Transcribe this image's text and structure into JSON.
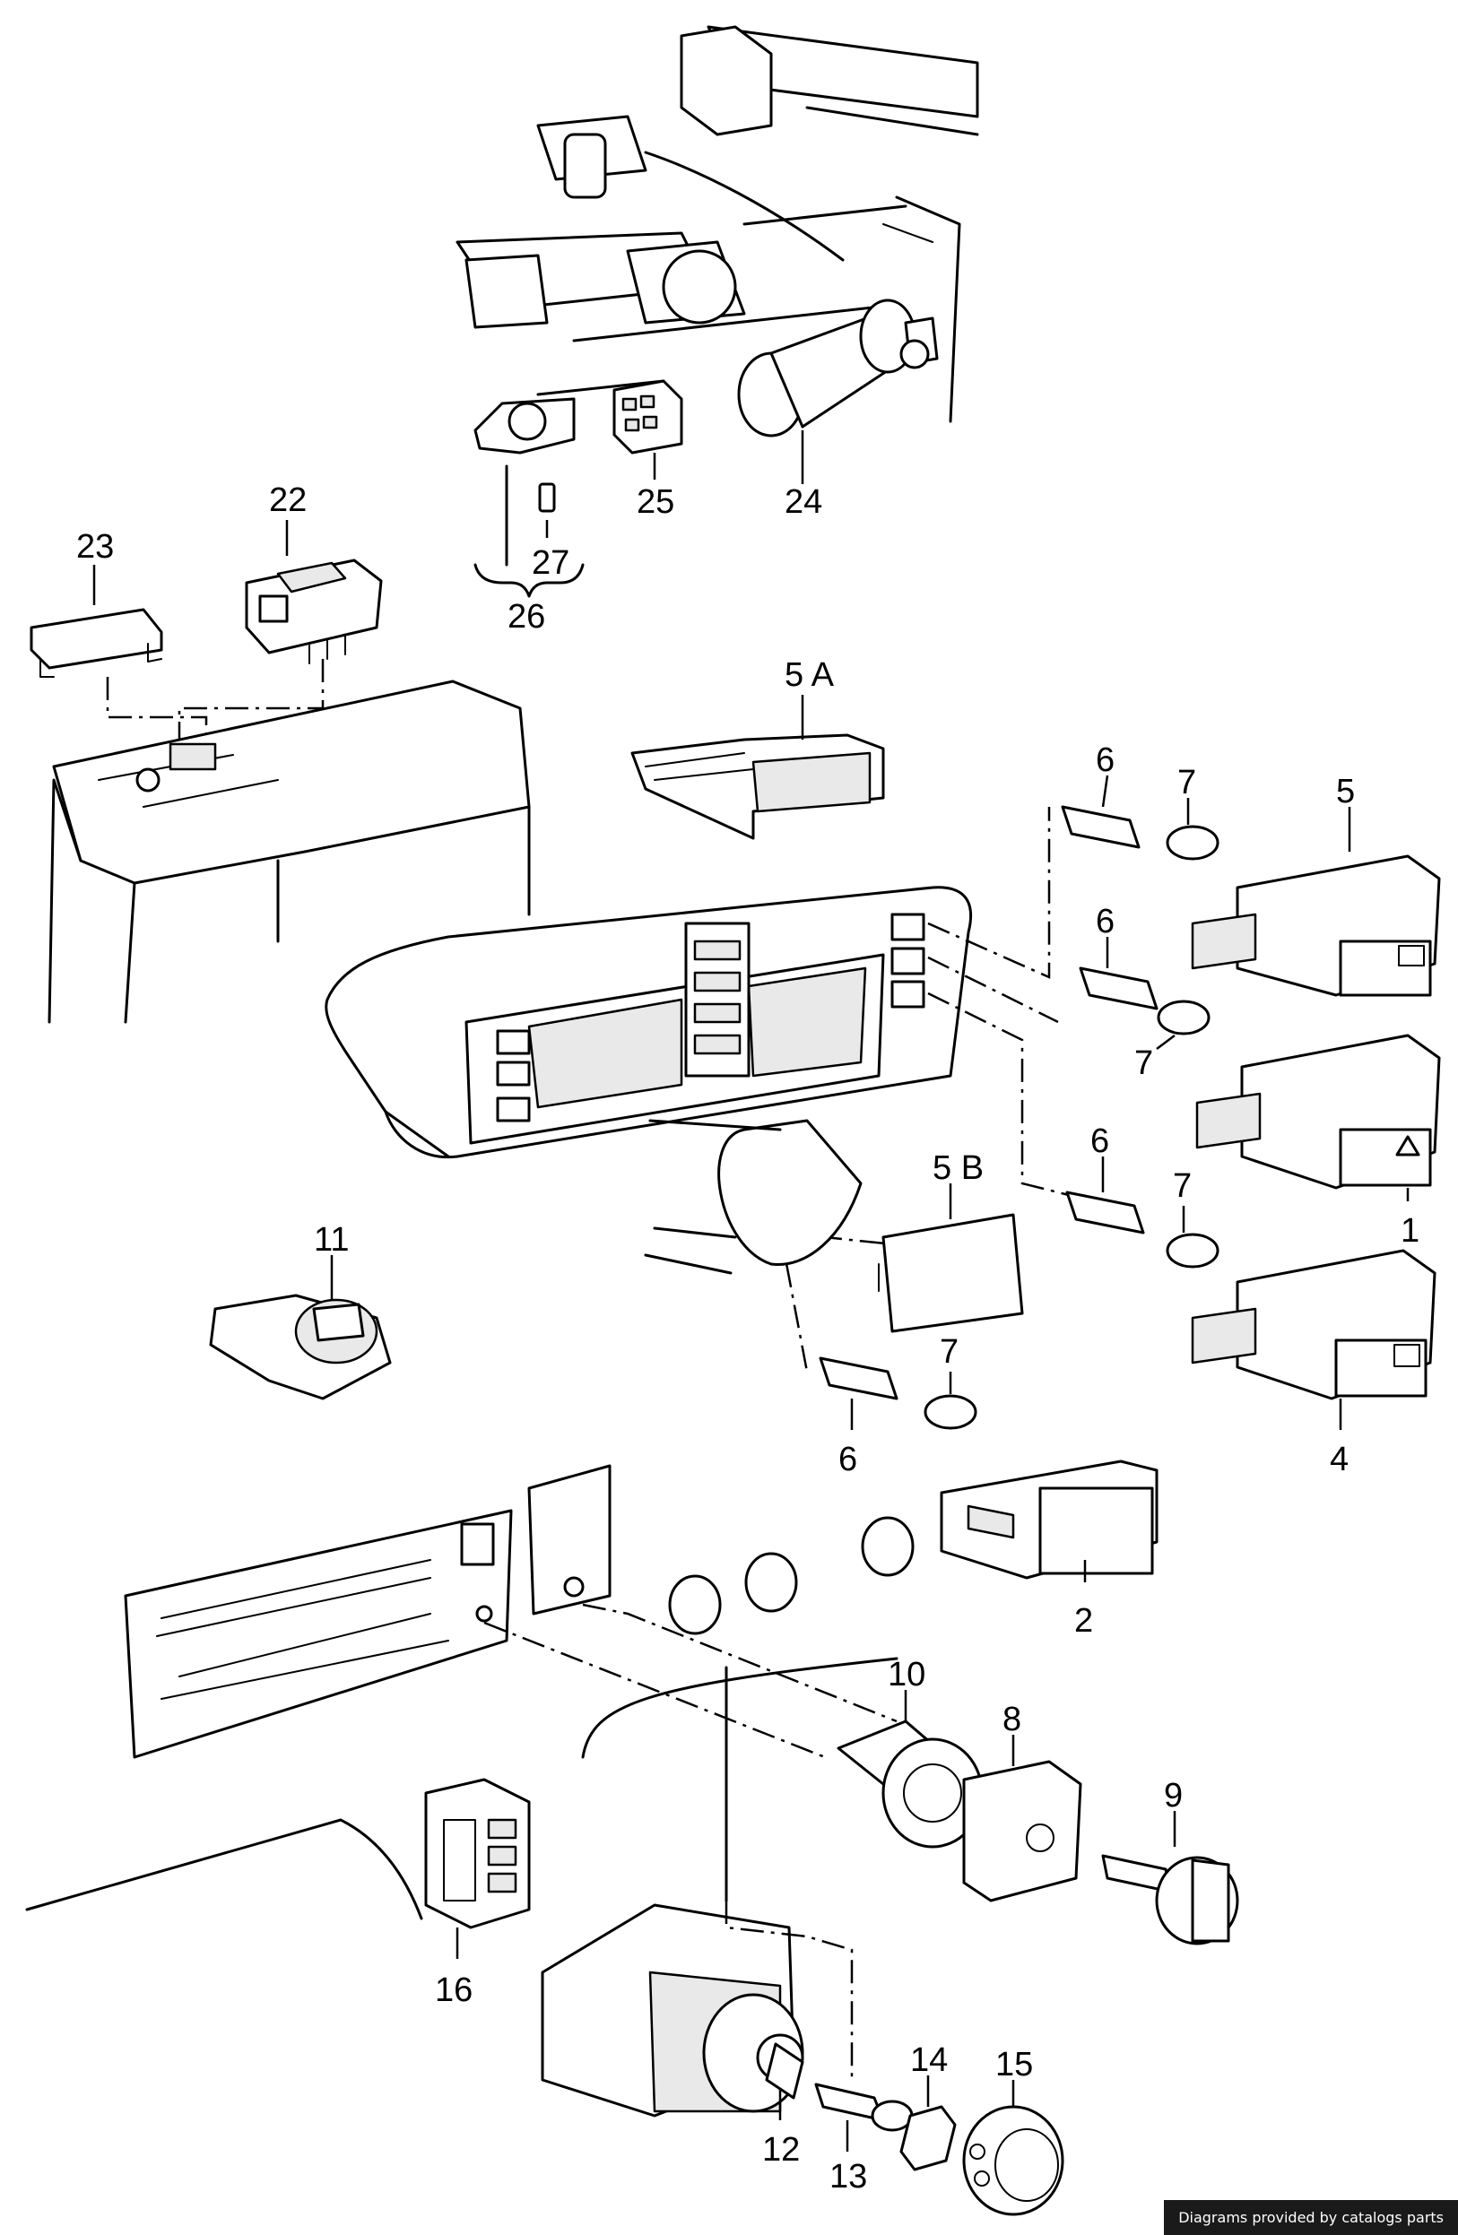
{
  "callouts": {
    "c1": "1",
    "c2": "2",
    "c4": "4",
    "c5": "5",
    "c5a": "5 A",
    "c5b": "5 B",
    "c6a": "6",
    "c6b": "6",
    "c6c": "6",
    "c6d": "6",
    "c7a": "7",
    "c7b": "7",
    "c7c": "7",
    "c7d": "7",
    "c8": "8",
    "c9": "9",
    "c10": "10",
    "c11": "11",
    "c12": "12",
    "c13": "13",
    "c14": "14",
    "c15": "15",
    "c16": "16",
    "c22": "22",
    "c23": "23",
    "c24": "24",
    "c25": "25",
    "c26": "26",
    "c27": "27"
  },
  "credit": "Diagrams provided by catalogs parts"
}
